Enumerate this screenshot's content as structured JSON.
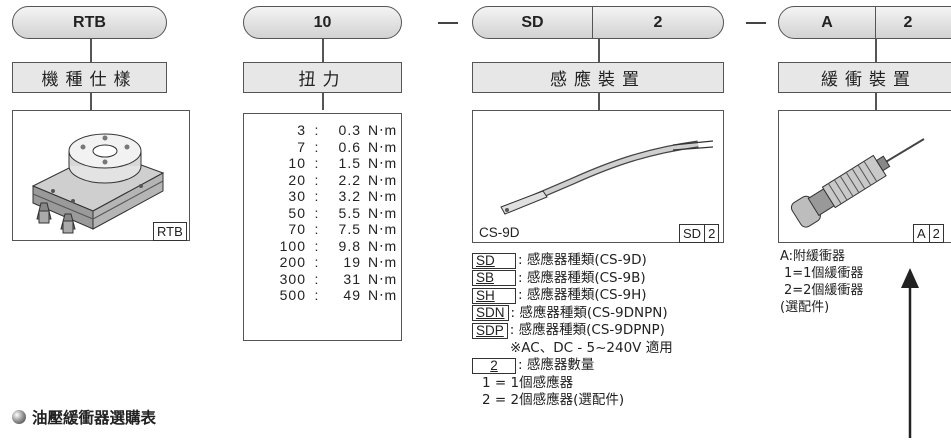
{
  "model": {
    "code": "RTB",
    "header": "機種仕樣",
    "image_tag": "RTB"
  },
  "torque": {
    "code": "10",
    "header": "扭力",
    "rows": [
      {
        "code": "3",
        "value": "0.3",
        "unit": "N‧m"
      },
      {
        "code": "7",
        "value": "0.6",
        "unit": "N‧m"
      },
      {
        "code": "10",
        "value": "1.5",
        "unit": "N‧m"
      },
      {
        "code": "20",
        "value": "2.2",
        "unit": "N‧m"
      },
      {
        "code": "30",
        "value": "3.2",
        "unit": "N‧m"
      },
      {
        "code": "50",
        "value": "5.5",
        "unit": "N‧m"
      },
      {
        "code": "70",
        "value": "7.5",
        "unit": "N‧m"
      },
      {
        "code": "100",
        "value": "9.8",
        "unit": "N‧m"
      },
      {
        "code": "200",
        "value": "19",
        "unit": "N‧m"
      },
      {
        "code": "300",
        "value": "31",
        "unit": "N‧m"
      },
      {
        "code": "500",
        "value": "49",
        "unit": "N‧m"
      }
    ]
  },
  "sensor": {
    "code1": "SD",
    "code2": "2",
    "header": "感應裝置",
    "image_caption": "CS-9D",
    "tag1": "SD",
    "tag2": "2",
    "types": [
      {
        "code": "SD",
        "desc": "感應器種類(CS-9D)"
      },
      {
        "code": "SB",
        "desc": "感應器種類(CS-9B)"
      },
      {
        "code": "SH",
        "desc": "感應器種類(CS-9H)"
      },
      {
        "code": "SDN",
        "desc": "感應器種類(CS-9DNPN)"
      },
      {
        "code": "SDP",
        "desc": "感應器種類(CS-9DPNP)"
      }
    ],
    "voltage_note": "※AC、DC - 5~240V 適用",
    "qty_code": "2",
    "qty_desc": "感應器數量",
    "qty_options": [
      "1 = 1個感應器",
      "2 = 2個感應器(選配件)"
    ]
  },
  "buffer": {
    "code1": "A",
    "code2": "2",
    "header": "緩衝裝置",
    "tag1": "A",
    "tag2": "2",
    "info": [
      "A:附緩衝器",
      "1=1個緩衝器",
      "2=2個緩衝器",
      "(選配件)"
    ]
  },
  "separator": ":",
  "footer": "油壓緩衝器選購表"
}
